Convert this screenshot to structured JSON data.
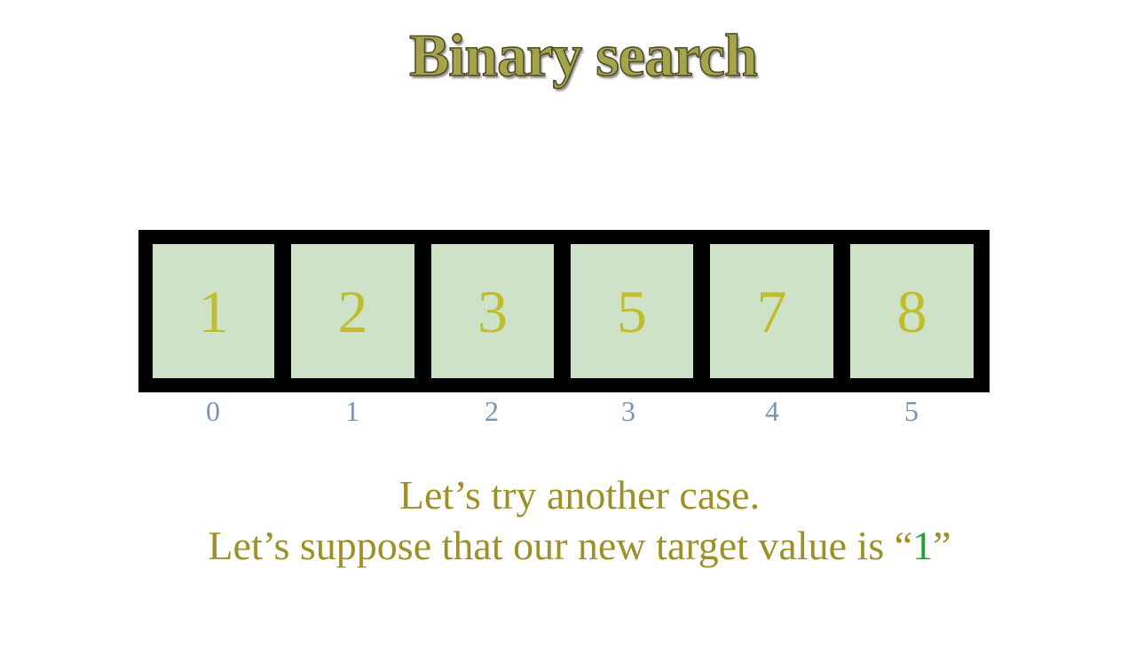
{
  "title": "Binary search",
  "array": {
    "values": [
      "1",
      "2",
      "3",
      "5",
      "7",
      "8"
    ],
    "indices": [
      "0",
      "1",
      "2",
      "3",
      "4",
      "5"
    ]
  },
  "caption": {
    "line1": "Let’s try another case.",
    "line2_prefix": "Let’s suppose that our new target value is “",
    "target": "1",
    "line2_suffix": "”"
  },
  "colors": {
    "cell_fill": "#cde2c6",
    "cell_text": "#c1bc2a",
    "index_text": "#7b94b2",
    "caption_text": "#9c9026",
    "target_text": "#23a03b",
    "array_border": "#000000"
  }
}
